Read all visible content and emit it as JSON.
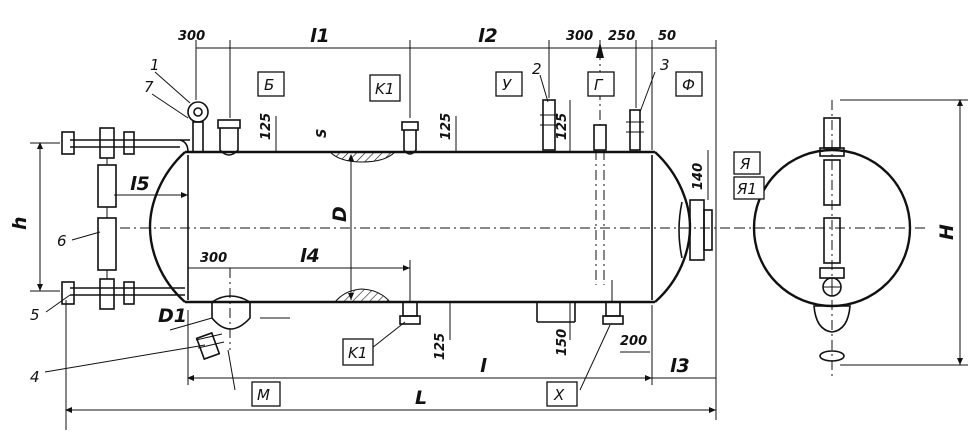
{
  "dims": {
    "top": [
      "300",
      "l1",
      "l2",
      "300",
      "250",
      "50"
    ],
    "vert_small": [
      "125",
      "125",
      "125",
      "125",
      "140"
    ],
    "bottom": [
      "300",
      "l4",
      "125",
      "150",
      "200",
      "l",
      "l3",
      "L"
    ],
    "side": [
      "h",
      "l5",
      "D",
      "D1",
      "S",
      "H"
    ]
  },
  "callouts": [
    "1",
    "7",
    "2",
    "3",
    "6",
    "5",
    "4"
  ],
  "nozzle_labels": [
    "Б",
    "K1",
    "У",
    "Г",
    "Ф",
    "Я",
    "Я1",
    "K1",
    "Х",
    "М"
  ]
}
